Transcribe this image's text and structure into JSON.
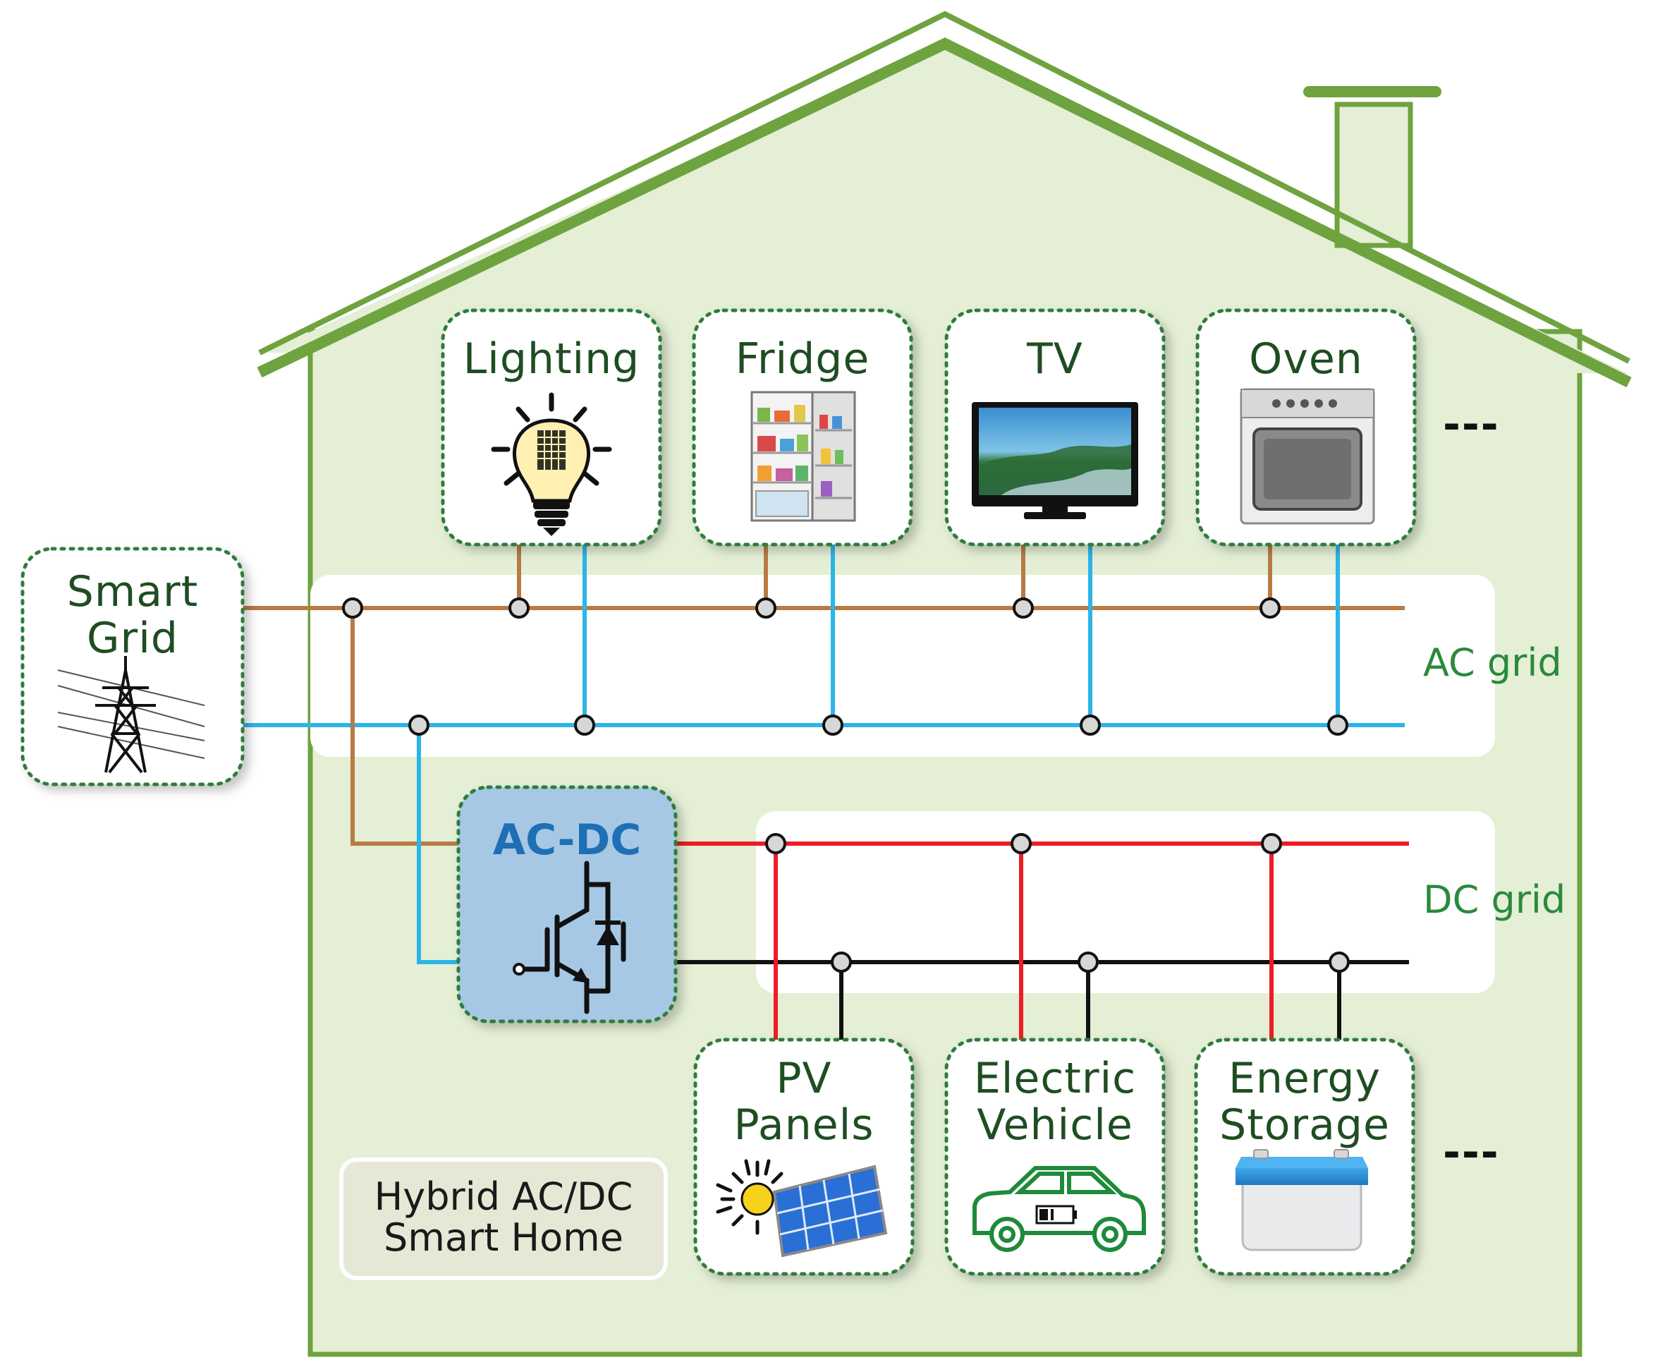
{
  "colors": {
    "house_stroke": "#6ea33f",
    "house_fill": "#e4efd6",
    "lane_fill": "#ffffff",
    "box_border": "#2e7d3a",
    "ac_line_brown": "#b97a44",
    "ac_line_blue": "#2bb5e8",
    "dc_line_red": "#ee1c24",
    "dc_line_black": "#111111",
    "converter_fill": "#a6c8e4",
    "label_box_fill": "#e6e8d6"
  },
  "smart_grid": {
    "label_line1": "Smart",
    "label_line2": "Grid",
    "icon": "power-tower-icon"
  },
  "ac_loads": [
    {
      "label": "Lighting",
      "icon": "light-bulb-icon"
    },
    {
      "label": "Fridge",
      "icon": "fridge-icon"
    },
    {
      "label": "TV",
      "icon": "tv-icon"
    },
    {
      "label": "Oven",
      "icon": "oven-icon"
    }
  ],
  "dc_units": [
    {
      "label_line1": "PV",
      "label_line2": "Panels",
      "icon": "solar-panel-icon"
    },
    {
      "label_line1": "Electric",
      "label_line2": "Vehicle",
      "icon": "electric-car-icon"
    },
    {
      "label_line1": "Energy",
      "label_line2": "Storage",
      "icon": "battery-icon"
    }
  ],
  "converter": {
    "label": "AC-DC",
    "icon": "igbt-diode-icon"
  },
  "grids": {
    "ac_label": "AC grid",
    "dc_label": "DC grid"
  },
  "ellipsis": "---",
  "home_label": {
    "line1": "Hybrid AC/DC",
    "line2": "Smart Home"
  }
}
